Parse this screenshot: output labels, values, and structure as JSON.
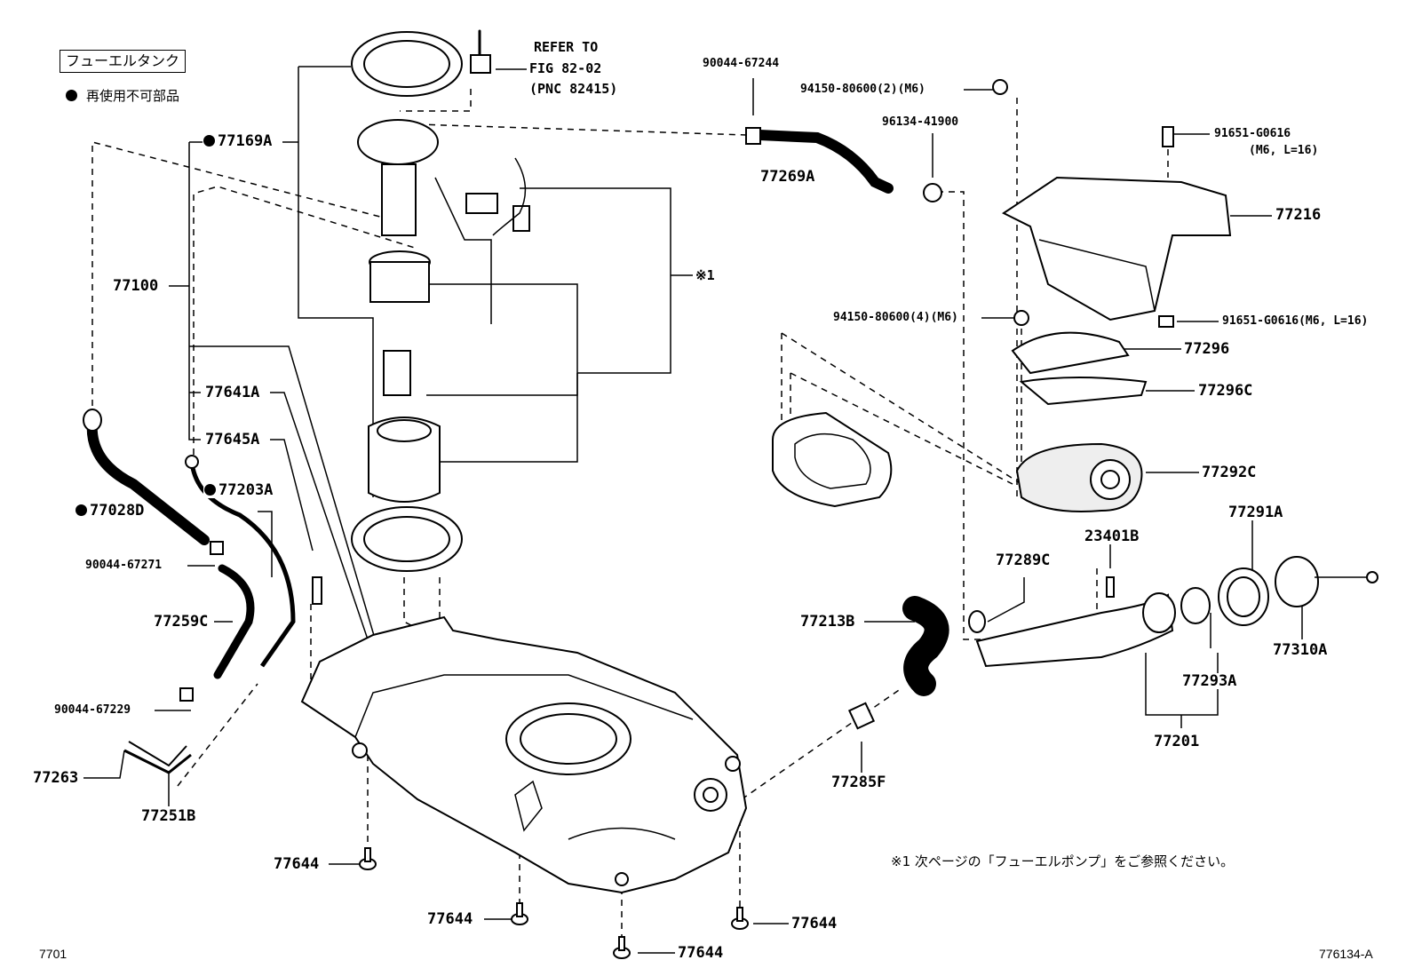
{
  "title": "フューエルタンク",
  "legend": "再使用不可部品",
  "refer": [
    "REFER TO",
    "FIG 82-02",
    "(PNC 82415)"
  ],
  "labels": {
    "p90044_67244": "90044-67244",
    "p94150_2": "94150-80600(2)(M6)",
    "p96134": "96134-41900",
    "p77269A": "77269A",
    "p91651_top": "91651-G0616",
    "p91651_top_sub": "(M6, L=16)",
    "p77216": "77216",
    "p77169A": "77169A",
    "p77100": "77100",
    "p_star1": "※1",
    "p94150_4": "94150-80600(4)(M6)",
    "p91651_mid": "91651-G0616(M6, L=16)",
    "p77296": "77296",
    "p77296C": "77296C",
    "p77641A": "77641A",
    "p77645A": "77645A",
    "p77292C": "77292C",
    "p77028D": "77028D",
    "p77203A": "77203A",
    "p77291A": "77291A",
    "p23401B": "23401B",
    "p90044_67271": "90044-67271",
    "p77289C": "77289C",
    "p77259C": "77259C",
    "p77213B": "77213B",
    "p77310A": "77310A",
    "p77293A": "77293A",
    "p90044_67229": "90044-67229",
    "p77201": "77201",
    "p77263": "77263",
    "p77285F": "77285F",
    "p77251B": "77251B",
    "p77644_a": "77644",
    "p77644_b": "77644",
    "p77644_c": "77644",
    "p77644_d": "77644"
  },
  "note": "※1 次ページの「フューエルポンプ」をご参照ください。",
  "page_code": "7701",
  "figure_code": "776134-A"
}
